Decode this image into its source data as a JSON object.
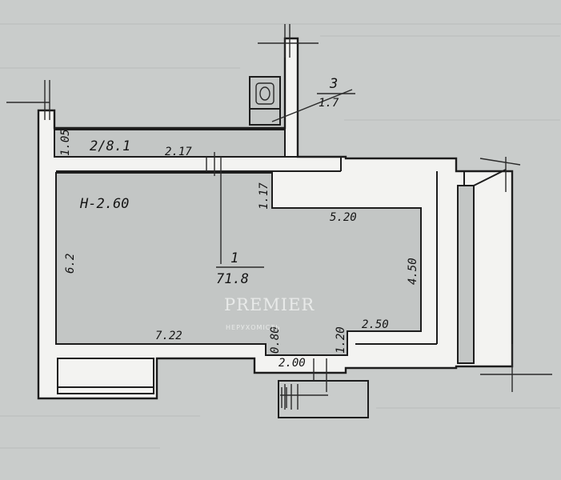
{
  "plan": {
    "room_1": {
      "number": "1",
      "area": "71.8"
    },
    "room_2": {
      "label": "2/8.1"
    },
    "room_3": {
      "number": "3",
      "area": "1.7"
    },
    "ceiling_height": "H-2.60",
    "dimensions": {
      "top_corridor_height": "1.05",
      "partition_width": "2.17",
      "step_height": "1.17",
      "inner_top_width": "5.20",
      "left_height": "6.2",
      "right_height": "4.50",
      "bottom_left_width": "7.22",
      "bottom_right_width": "2.50",
      "notch_height_left": "0.80",
      "notch_height_right": "1.20",
      "entrance_width": "2.00"
    }
  },
  "watermark": {
    "brand": "PREMIER",
    "subtitle": "НЕРУХОМІСТЬ"
  },
  "colors": {
    "paper": "#c9cccb",
    "ink": "#1d1d1d",
    "wall_fill": "#f3f3f1"
  }
}
